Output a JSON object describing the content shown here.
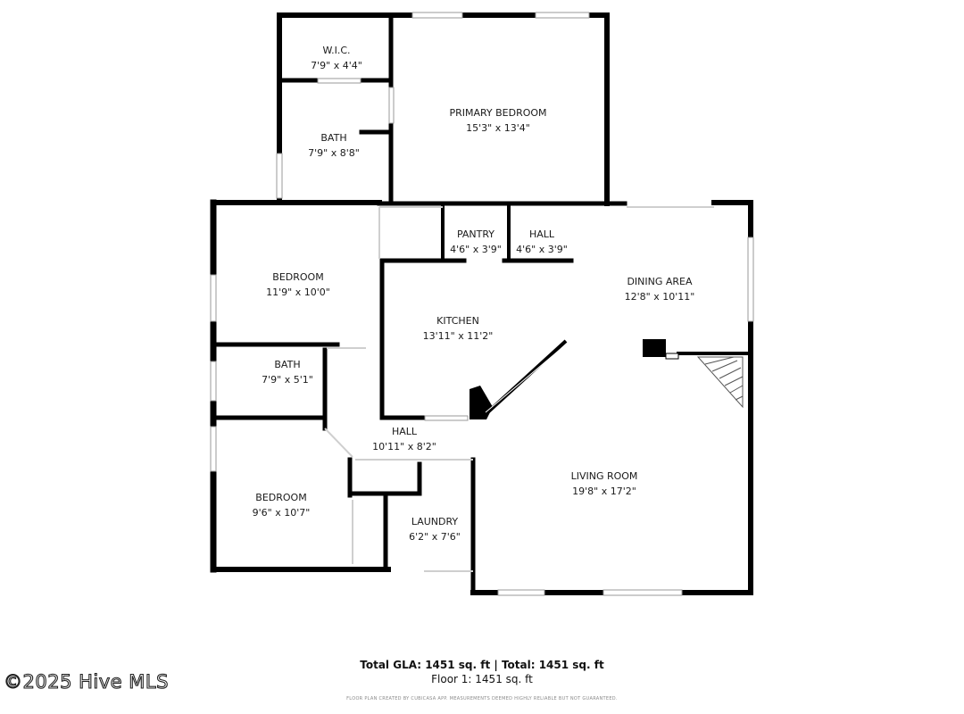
{
  "rooms": {
    "wic": {
      "name": "W.I.C.",
      "dims": "7'9\" x 4'4\""
    },
    "bath_primary": {
      "name": "BATH",
      "dims": "7'9\" x 8'8\""
    },
    "primary_bedroom": {
      "name": "PRIMARY BEDROOM",
      "dims": "15'3\" x 13'4\""
    },
    "pantry": {
      "name": "PANTRY",
      "dims": "4'6\" x 3'9\""
    },
    "hall_upper": {
      "name": "HALL",
      "dims": "4'6\" x 3'9\""
    },
    "bedroom_1": {
      "name": "BEDROOM",
      "dims": "11'9\" x 10'0\""
    },
    "dining_area": {
      "name": "DINING AREA",
      "dims": "12'8\" x 10'11\""
    },
    "kitchen": {
      "name": "KITCHEN",
      "dims": "13'11\" x 11'2\""
    },
    "bath_2": {
      "name": "BATH",
      "dims": "7'9\" x 5'1\""
    },
    "hall_main": {
      "name": "HALL",
      "dims": "10'11\" x 8'2\""
    },
    "bedroom_2": {
      "name": "BEDROOM",
      "dims": "9'6\" x 10'7\""
    },
    "laundry": {
      "name": "LAUNDRY",
      "dims": "6'2\" x 7'6\""
    },
    "living_room": {
      "name": "LIVING ROOM",
      "dims": "19'8\" x 17'2\""
    }
  },
  "footer": {
    "totals": "Total GLA: 1451 sq. ft | Total: 1451 sq. ft",
    "floor": "Floor 1: 1451 sq. ft",
    "disclaimer": "FLOOR PLAN CREATED BY CUBICASA APP. MEASUREMENTS DEEMED HIGHLY RELIABLE BUT NOT GUARANTEED."
  },
  "watermark": "©2025 Hive MLS",
  "colors": {
    "wall": "#000000",
    "window": "#bdbdbd",
    "text": "#1a1a1a"
  }
}
